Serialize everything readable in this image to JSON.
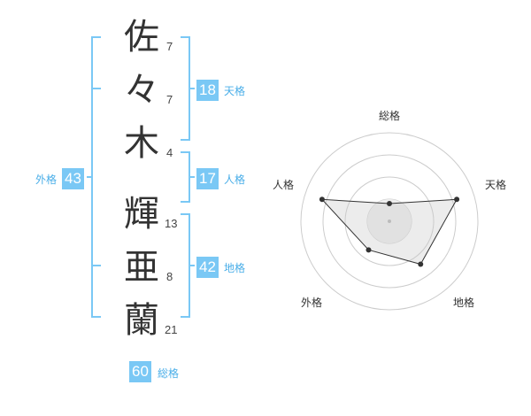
{
  "name": {
    "characters": [
      {
        "char": "佐",
        "strokes": "7"
      },
      {
        "char": "々",
        "strokes": "7"
      },
      {
        "char": "木",
        "strokes": "4"
      },
      {
        "char": "輝",
        "strokes": "13"
      },
      {
        "char": "亜",
        "strokes": "8"
      },
      {
        "char": "蘭",
        "strokes": "21"
      }
    ]
  },
  "fortunes": {
    "tenkaku": {
      "value": "18",
      "label": "天格"
    },
    "jinkaku": {
      "value": "17",
      "label": "人格"
    },
    "chikaku": {
      "value": "42",
      "label": "地格"
    },
    "gaikaku": {
      "value": "43",
      "label": "外格"
    },
    "soukaku": {
      "value": "60",
      "label": "総格"
    }
  },
  "radar": {
    "axes": [
      "総格",
      "天格",
      "地格",
      "外格",
      "人格"
    ],
    "levels": 4,
    "values": [
      0.2,
      0.8,
      0.6,
      0.4,
      0.8
    ],
    "colors": {
      "ring": "#cccccc",
      "fill": "#eeeeee",
      "line": "#333333",
      "dot": "#333333"
    }
  },
  "colors": {
    "bracket": "#7ac8f5",
    "badge": "#7ac8f5",
    "badge_label": "#4aaee8"
  }
}
